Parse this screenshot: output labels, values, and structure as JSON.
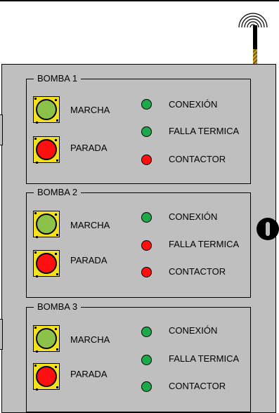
{
  "colors": {
    "cabinet": "#bfbfbf",
    "button_frame": "#f2e11c",
    "start_green": "#8cc24a",
    "stop_red": "#ff1010",
    "led_green": "#1ea84b",
    "led_red": "#ff1010"
  },
  "pumps": [
    {
      "title": "BOMBA 1",
      "start_label": "MARCHA",
      "stop_label": "PARADA",
      "indicators": [
        {
          "label": "CONEXIÓN",
          "state": "green"
        },
        {
          "label": "FALLA TERMICA",
          "state": "green"
        },
        {
          "label": "CONTACTOR",
          "state": "red"
        }
      ]
    },
    {
      "title": "BOMBA 2",
      "start_label": "MARCHA",
      "stop_label": "PARADA",
      "indicators": [
        {
          "label": "CONEXIÓN",
          "state": "green"
        },
        {
          "label": "FALLA TERMICA",
          "state": "red"
        },
        {
          "label": "CONTACTOR",
          "state": "red"
        }
      ]
    },
    {
      "title": "BOMBA 3",
      "start_label": "MARCHA",
      "stop_label": "PARADA",
      "indicators": [
        {
          "label": "CONEXIÓN",
          "state": "green"
        },
        {
          "label": "FALLA TERMICA",
          "state": "green"
        },
        {
          "label": "CONTACTOR",
          "state": "green"
        }
      ]
    }
  ]
}
